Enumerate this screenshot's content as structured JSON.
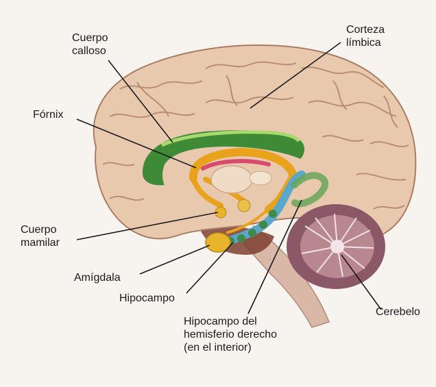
{
  "labels": {
    "corpus_callosum": [
      "Cuerpo",
      "calloso"
    ],
    "limbic_cortex": [
      "Corteza",
      "límbica"
    ],
    "fornix": [
      "Fórnix"
    ],
    "mammillary_body": [
      "Cuerpo",
      "mamilar"
    ],
    "amygdala": [
      "Amígdala"
    ],
    "hippocampus": [
      "Hipocampo"
    ],
    "cerebellum": [
      "Cerebelo"
    ],
    "right_hippocampus": [
      "Hipocampo del",
      "hemisferio derecho",
      "(en el interior)"
    ]
  },
  "colors": {
    "background": "#f7f4f0",
    "brain_tissue": "#e8c9ae",
    "gyri_outline": "#b88d74",
    "corpus_callosum": "#3f8a36",
    "corpus_callosum_light": "#a9d86e",
    "fornix": "#e8a21c",
    "fornix_inner": "#d94b6e",
    "hippocampus": "#5aa7c9",
    "amygdala": "#e8b52a",
    "cerebellum": "#8a5866",
    "brainstem": "#d9b8a8",
    "leader_lines": "#1a1a1a"
  }
}
